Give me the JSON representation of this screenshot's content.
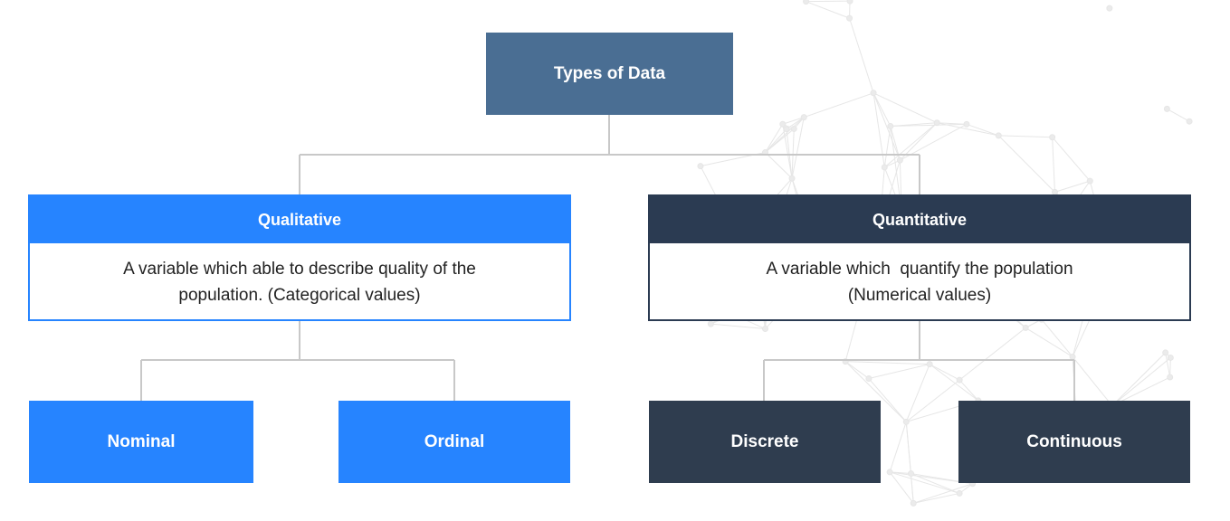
{
  "diagram": {
    "root": {
      "label": "Types of Data"
    },
    "qualitative": {
      "label": "Qualitative",
      "description_line1": "A variable which able to describe quality of the",
      "description_line2": "population. (Categorical values)",
      "color": "#2684ff",
      "children": [
        "Nominal",
        "Ordinal"
      ]
    },
    "quantitative": {
      "label": "Quantitative",
      "description_line1": "A variable which  quantify the population",
      "description_line2": "(Numerical values)",
      "color": "#2b3b52",
      "children": [
        "Discrete",
        "Continuous"
      ]
    },
    "colors": {
      "root": "#4a6e93",
      "connector": "#c8c8c8",
      "leaf_blue": "#2684ff",
      "leaf_dark": "#2f3d4f"
    }
  }
}
